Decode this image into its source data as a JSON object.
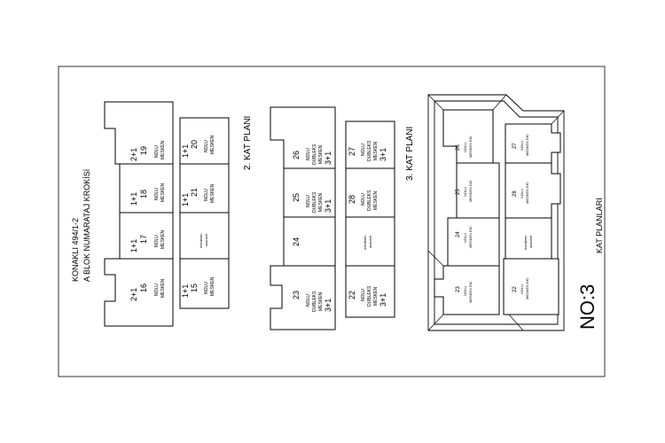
{
  "header": {
    "line1": "KONAKLI 494/1-2",
    "line2": "A BLOK NUMARATAJ KROKİSİ"
  },
  "plans": {
    "floor2": {
      "title": "2. KAT PLANI",
      "units": [
        {
          "no": "19",
          "type": "2+1",
          "label1": "NOLU",
          "label2": "MESKEN"
        },
        {
          "no": "18",
          "type": "1+1",
          "label1": "NOLU",
          "label2": "MESKEN"
        },
        {
          "no": "17",
          "type": "1+1",
          "label1": "NOLU",
          "label2": "MESKEN"
        },
        {
          "no": "16",
          "type": "2+1",
          "label1": "NOLU",
          "label2": "MESKEN"
        },
        {
          "no": "20",
          "type": "1+1",
          "label1": "NOLU",
          "label2": "MESKEN"
        },
        {
          "no": "21",
          "type": "1+1",
          "label1": "NOLU",
          "label2": "MESKEN"
        },
        {
          "no": "15",
          "type": "1+1",
          "label1": "NOLU",
          "label2": "MESKEN"
        }
      ],
      "core": {
        "label1": "merdiven",
        "label2": "asansör"
      }
    },
    "floor3": {
      "title": "3. KAT PLANI",
      "units": [
        {
          "no": "26",
          "type": "3+1",
          "label1": "NOLU",
          "label2": "DUBLEKS",
          "label3": "MESKEN"
        },
        {
          "no": "25",
          "type": "3+1",
          "label1": "NOLU",
          "label2": "DUBLEKS",
          "label3": "MESKEN"
        },
        {
          "no": "24",
          "type": "",
          "label1": "",
          "label2": "",
          "label3": ""
        },
        {
          "no": "23",
          "type": "3+1",
          "label1": "NOLU",
          "label2": "DUBLEKS",
          "label3": "MESKEN"
        },
        {
          "no": "27",
          "type": "3+1",
          "label1": "NOLU",
          "label2": "DUBLEKS",
          "label3": "MESKEN"
        },
        {
          "no": "28",
          "type": "3+1",
          "label1": "NOLU",
          "label2": "DUBLEKS",
          "label3": "MESKEN"
        },
        {
          "no": "22",
          "type": "3+1",
          "label1": "NOLU",
          "label2": "DUBLEKS",
          "label3": "MESKEN"
        }
      ],
      "core": {
        "label1": "merdiven",
        "label2": "asansör"
      }
    },
    "roof": {
      "title": "NO:3",
      "subtitle": "KAT PLANLARI",
      "units": [
        {
          "no": "26",
          "label1": "NOLU",
          "label2": "MESKEN EKİ"
        },
        {
          "no": "25",
          "label1": "NOLU",
          "label2": "MESKEN EKİ"
        },
        {
          "no": "24",
          "label1": "NOLU",
          "label2": "MESKEN EKİ"
        },
        {
          "no": "23",
          "label1": "NOLU",
          "label2": "MESKEN EKİ"
        },
        {
          "no": "27",
          "label1": "NOLU",
          "label2": "MESKEN EKİ"
        },
        {
          "no": "28",
          "label1": "NOLU",
          "label2": "MESKEN EKİ"
        },
        {
          "no": "22",
          "label1": "NOLU",
          "label2": "MESKEN EKİ"
        }
      ],
      "core": {
        "label1": "merdiven",
        "label2": "asansör"
      }
    }
  }
}
